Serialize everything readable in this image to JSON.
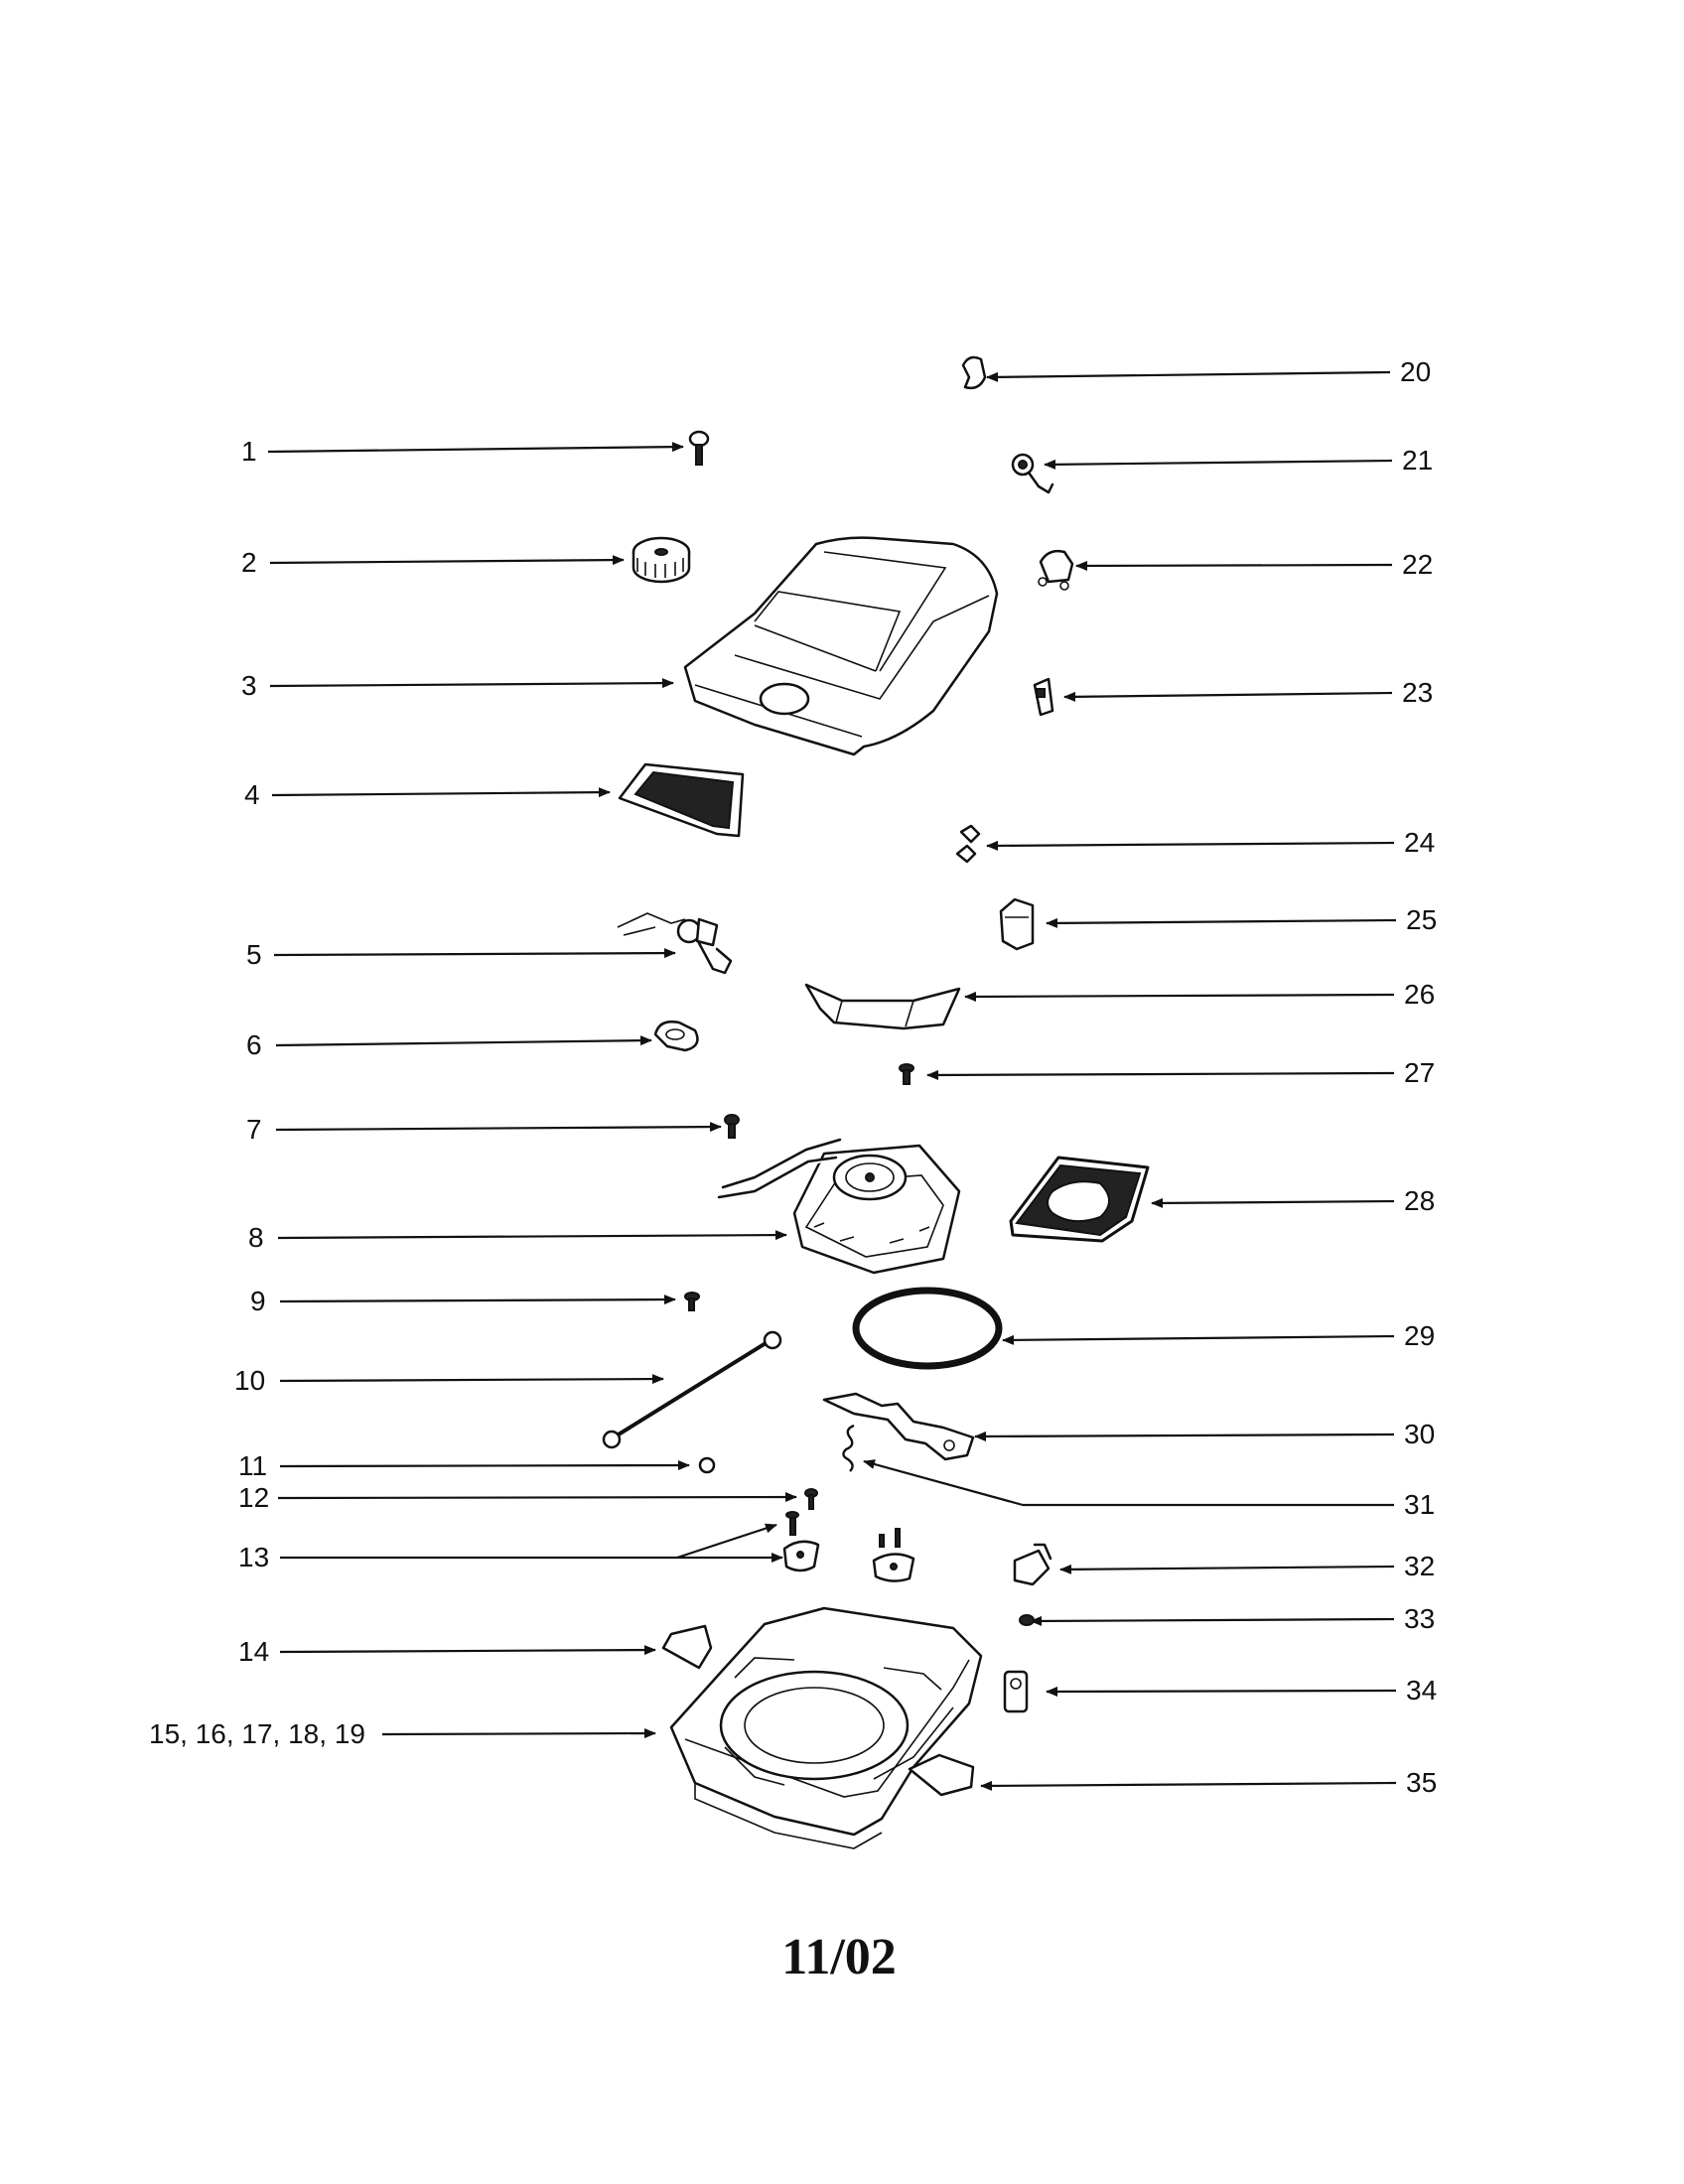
{
  "diagram": {
    "callouts": [
      {
        "id": "1",
        "label": "1"
      },
      {
        "id": "2",
        "label": "2"
      },
      {
        "id": "3",
        "label": "3"
      },
      {
        "id": "4",
        "label": "4"
      },
      {
        "id": "5",
        "label": "5"
      },
      {
        "id": "6",
        "label": "6"
      },
      {
        "id": "7",
        "label": "7"
      },
      {
        "id": "8",
        "label": "8"
      },
      {
        "id": "9",
        "label": "9"
      },
      {
        "id": "10",
        "label": "10"
      },
      {
        "id": "11",
        "label": "11"
      },
      {
        "id": "12",
        "label": "12"
      },
      {
        "id": "13",
        "label": "13"
      },
      {
        "id": "14",
        "label": "14"
      },
      {
        "id": "15-19",
        "label": "15, 16, 17, 18, 19"
      },
      {
        "id": "20",
        "label": "20"
      },
      {
        "id": "21",
        "label": "21"
      },
      {
        "id": "22",
        "label": "22"
      },
      {
        "id": "23",
        "label": "23"
      },
      {
        "id": "24",
        "label": "24"
      },
      {
        "id": "25",
        "label": "25"
      },
      {
        "id": "26",
        "label": "26"
      },
      {
        "id": "27",
        "label": "27"
      },
      {
        "id": "28",
        "label": "28"
      },
      {
        "id": "29",
        "label": "29"
      },
      {
        "id": "30",
        "label": "30"
      },
      {
        "id": "31",
        "label": "31"
      },
      {
        "id": "32",
        "label": "32"
      },
      {
        "id": "33",
        "label": "33"
      },
      {
        "id": "34",
        "label": "34"
      },
      {
        "id": "35",
        "label": "35"
      }
    ],
    "date_code": "11/02"
  }
}
